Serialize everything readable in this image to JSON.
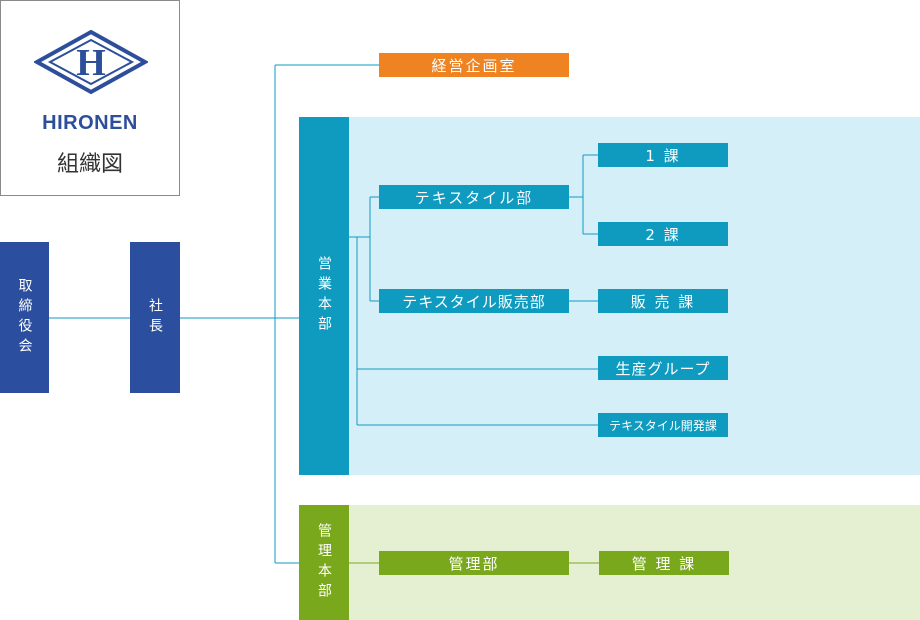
{
  "logo": {
    "company": "HIRONEN",
    "subtitle": "組織図",
    "mark_letter": "H"
  },
  "nodes": {
    "board": "取締役会",
    "president": "社長",
    "planning_office": "経営企画室",
    "sales_hq": "営業本部",
    "textile_dept": "テキスタイル部",
    "section_1": "1 課",
    "section_2": "2 課",
    "textile_sales_dept": "テキスタイル販売部",
    "sales_section": "販 売 課",
    "production_group": "生産グループ",
    "textile_dev_section": "テキスタイル開発課",
    "admin_hq": "管理本部",
    "admin_dept": "管理部",
    "admin_section": "管 理 課"
  },
  "colors": {
    "navy": "#2b4e9e",
    "teal": "#0e9bbf",
    "green": "#7aa81d",
    "orange": "#f08321",
    "teal_zone": "#d5eff8",
    "green_zone": "#e5f0d2"
  }
}
